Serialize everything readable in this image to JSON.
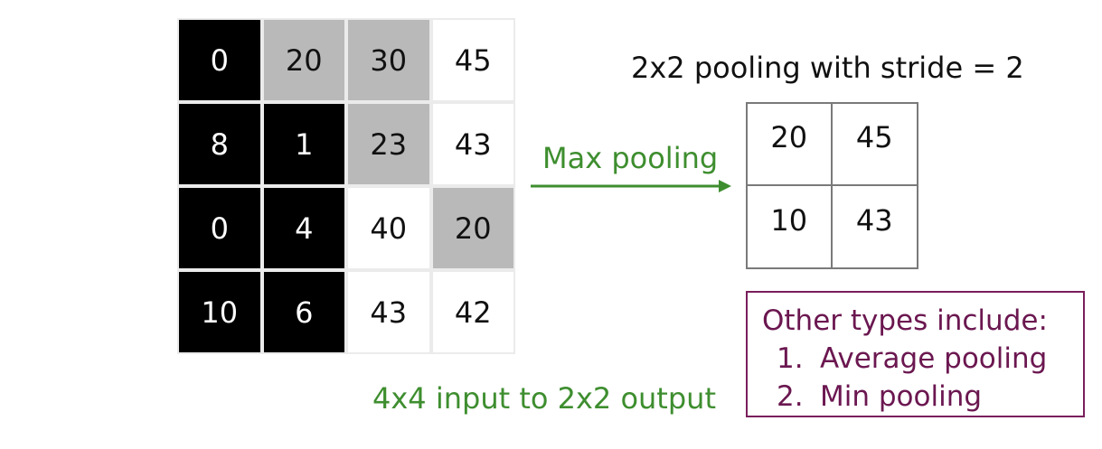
{
  "input_grid": [
    [
      {
        "v": "0",
        "shade": "black"
      },
      {
        "v": "20",
        "shade": "gray"
      },
      {
        "v": "30",
        "shade": "gray"
      },
      {
        "v": "45",
        "shade": "white"
      }
    ],
    [
      {
        "v": "8",
        "shade": "black"
      },
      {
        "v": "1",
        "shade": "black"
      },
      {
        "v": "23",
        "shade": "gray"
      },
      {
        "v": "43",
        "shade": "white"
      }
    ],
    [
      {
        "v": "0",
        "shade": "black"
      },
      {
        "v": "4",
        "shade": "black"
      },
      {
        "v": "40",
        "shade": "white"
      },
      {
        "v": "20",
        "shade": "gray"
      }
    ],
    [
      {
        "v": "10",
        "shade": "black"
      },
      {
        "v": "6",
        "shade": "black"
      },
      {
        "v": "43",
        "shade": "white"
      },
      {
        "v": "42",
        "shade": "white"
      }
    ]
  ],
  "title": "2x2 pooling with stride = 2",
  "arrow_label": "Max pooling",
  "output_grid": [
    [
      "20",
      "45"
    ],
    [
      "10",
      "43"
    ]
  ],
  "caption": "4x4 input to 2x2 output",
  "other_types": {
    "heading": "Other types include:",
    "items": [
      {
        "num": "1.",
        "label": "Average pooling"
      },
      {
        "num": "2.",
        "label": "Min pooling"
      }
    ]
  },
  "colors": {
    "green": "#3e8e2f",
    "maroon": "#7a1f5c",
    "gray_cell": "#b9b9b9"
  }
}
